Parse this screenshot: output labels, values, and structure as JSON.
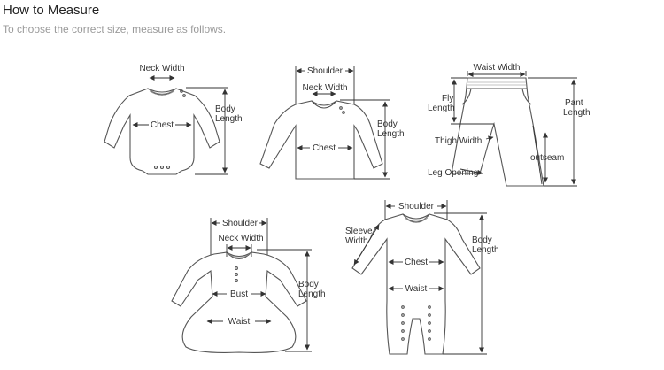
{
  "header": {
    "title": "How to Measure",
    "subtitle": "To choose the correct size, measure as follows."
  },
  "garments": {
    "bodysuit": {
      "neck_width": "Neck Width",
      "chest": "Chest",
      "body_length_1": "Body",
      "body_length_2": "Length"
    },
    "tshirt": {
      "shoulder": "Shoulder",
      "neck_width": "Neck Width",
      "chest": "Chest",
      "body_length_1": "Body",
      "body_length_2": "Length"
    },
    "pants": {
      "waist_width": "Waist Width",
      "fly_length_1": "Fly",
      "fly_length_2": "Length",
      "pant_length_1": "Pant",
      "pant_length_2": "Length",
      "thigh_width": "Thigh Width",
      "outseam": "outseam",
      "leg_opening": "Leg Opening"
    },
    "dress": {
      "shoulder": "Shoulder",
      "neck_width": "Neck Width",
      "bust": "Bust",
      "waist": "Waist",
      "body_length_1": "Body",
      "body_length_2": "Length"
    },
    "romper": {
      "shoulder": "Shoulder",
      "sleeve_width_1": "Sleeve",
      "sleeve_width_2": "Width",
      "chest": "Chest",
      "waist": "Waist",
      "body_length_1": "Body",
      "body_length_2": "Length"
    }
  }
}
